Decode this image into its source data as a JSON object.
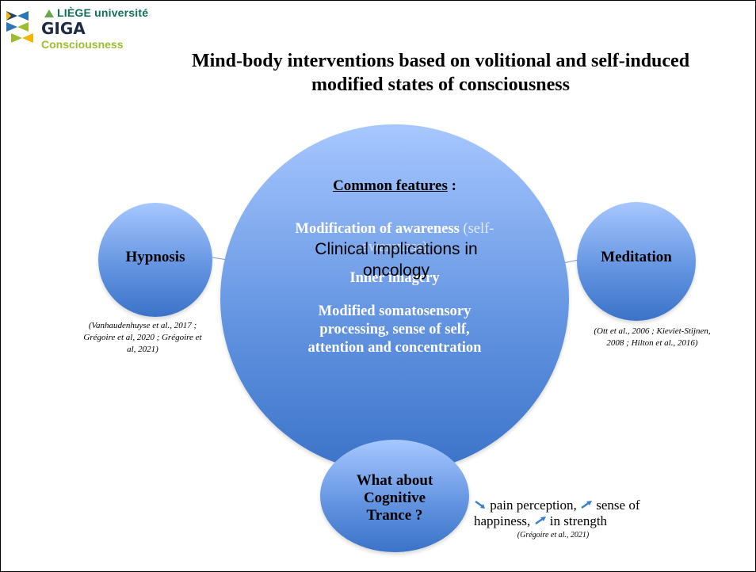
{
  "logo": {
    "university": "LIÈGE université",
    "name": "GIGA",
    "unit": "Consciousness"
  },
  "title": {
    "line1": "Mind-body interventions based on volitional and self-induced",
    "line2": "modified states of consciousness"
  },
  "center": {
    "heading": "Common features",
    "heading_suffix": " :",
    "feature1_bold": "Modification of awareness",
    "feature1_rest": " (self-",
    "feature1_cont": "awareness)",
    "feature2": "Inner imagery",
    "feature3_line1": "Modified somatosensory",
    "feature3_line2": "processing, sense of self,",
    "feature3_line3": "attention and concentration",
    "overlay_line1": "Clinical implications in",
    "overlay_line2": "oncology"
  },
  "nodes": {
    "hypnosis": "Hypnosis",
    "meditation": "Meditation",
    "trance_line1": "What about",
    "trance_line2": "Cognitive",
    "trance_line3": "Trance ?"
  },
  "citations": {
    "hypnosis_line1": "(Vanhaudenhuyse et al., 2017 ;",
    "hypnosis_line2": "Grégoire et al, 2020 ; Grégoire et",
    "hypnosis_line3": "al, 2021)",
    "meditation_line1": "(Ott et al., 2006 ; Kieviet-Stijnen,",
    "meditation_line2": "2008 ; Hilton et al., 2016)",
    "trance": "(Grégoire et al., 2021)"
  },
  "effects": {
    "pain": "pain perception,",
    "sense": "sense of",
    "happiness": "happiness,",
    "strength": "in strength"
  },
  "colors": {
    "arrow": "#3a7fc8",
    "circle_top": "#a7c7ff",
    "circle_bottom": "#3b73c8"
  }
}
